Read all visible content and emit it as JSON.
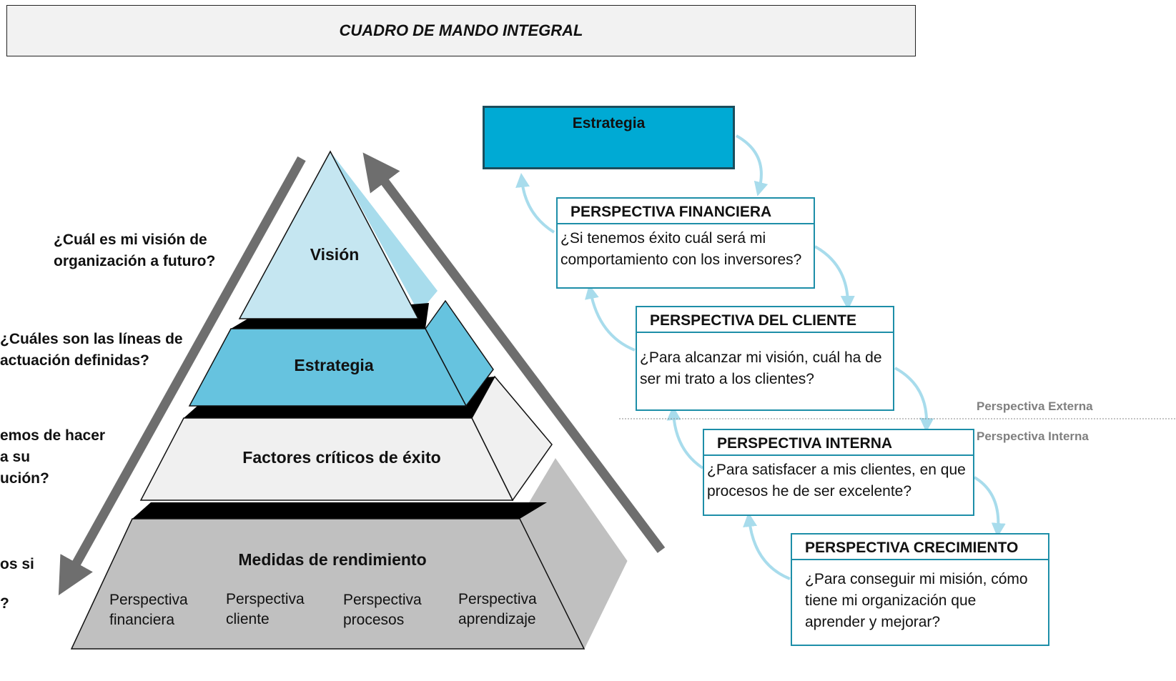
{
  "title": "CUADRO DE MANDO INTEGRAL",
  "pyramid": {
    "vision": "Visión",
    "estrategia": "Estrategia",
    "factores": "Factores críticos de éxito",
    "medidas": "Medidas de rendimiento",
    "sub": [
      {
        "line1": "Perspectiva",
        "line2": "financiera"
      },
      {
        "line1": "Perspectiva",
        "line2": "cliente"
      },
      {
        "line1": "Perspectiva",
        "line2": "procesos"
      },
      {
        "line1": "Perspectiva",
        "line2": "aprendizaje"
      }
    ]
  },
  "questions": {
    "q1_line1": "¿Cuál es mi visión de",
    "q1_line2": "organización a futuro?",
    "q2_line1": "¿Cuáles son las líneas de",
    "q2_line2": "actuación definidas?",
    "q3_line1": "emos de hacer",
    "q3_line2": "a su",
    "q3_line3": "ución?",
    "q4_line1": "os si",
    "q4_line2": "?"
  },
  "strategy_box": {
    "label": "Estrategia",
    "icon": "eye-icon",
    "color": "#00aad4"
  },
  "perspectives": [
    {
      "title": "PERSPECTIVA FINANCIERA",
      "question": "¿Si tenemos éxito cuál será mi comportamiento con los inversores?"
    },
    {
      "title": "PERSPECTIVA DEL CLIENTE",
      "question": "¿Para alcanzar mi visión, cuál ha de ser mi trato a los clientes?"
    },
    {
      "title": "PERSPECTIVA INTERNA",
      "question": "¿Para satisfacer a mis clientes, en que procesos he de ser excelente?"
    },
    {
      "title": "PERSPECTIVA CRECIMIENTO",
      "question": "¿Para conseguir mi misión, cómo tiene mi organización que aprender y mejorar?"
    }
  ],
  "divider": {
    "external": "Perspectiva Externa",
    "internal": "Perspectiva Interna"
  },
  "colors": {
    "vision": "#c5e6f1",
    "estrategia": "#66c3df",
    "factores": "#f0f0f0",
    "medidas": "#c0c0c0",
    "arrow_gray": "#6e6e6e",
    "arrow_light_blue": "#a8dcec",
    "box_border": "#1d8ea8"
  }
}
